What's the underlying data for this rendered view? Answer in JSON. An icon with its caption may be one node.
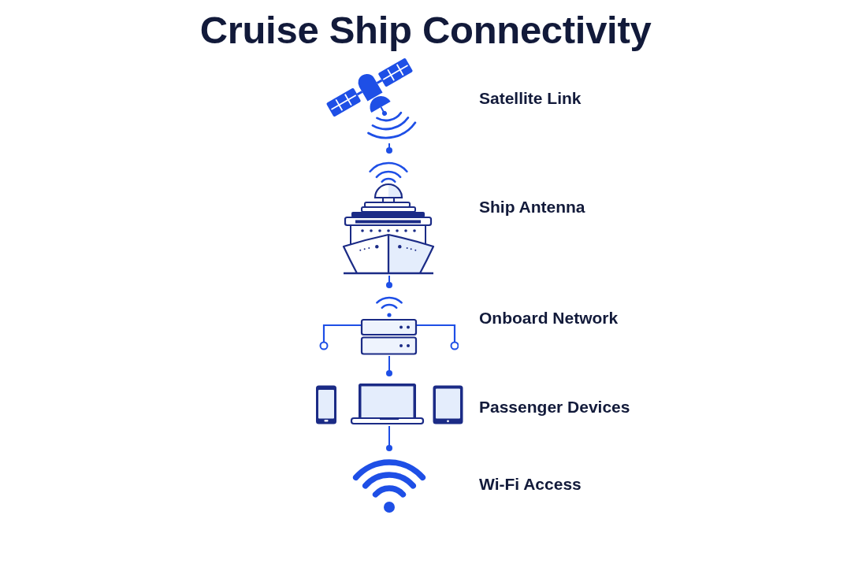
{
  "diagram": {
    "title": "Cruise Ship Connectivity",
    "nodes": [
      {
        "text": [],
        "shape": "picture"
      },
      {
        "text": [],
        "shape": "picture",
        "beside": [
          "Ship Antenna"
        ]
      },
      {
        "text": [],
        "shape": "picture",
        "beside": [
          "Onboard Network"
        ]
      },
      {
        "text": [],
        "shape": "picture",
        "beside": [
          "Passenger Devices"
        ]
      },
      {
        "text": [],
        "shape": "picture",
        "beside": [
          "Wi-Fi Access"
        ]
      }
    ],
    "edges": [
      {
        "from": 0,
        "to": 1,
        "arrow": "other"
      },
      {
        "from": 1,
        "to": 2,
        "arrow": "other"
      },
      {
        "from": 2,
        "to": 3,
        "arrow": "other"
      },
      {
        "from": 3,
        "to": 4,
        "arrow": "other"
      }
    ],
    "labels": [
      "Satellite Link"
    ]
  }
}
